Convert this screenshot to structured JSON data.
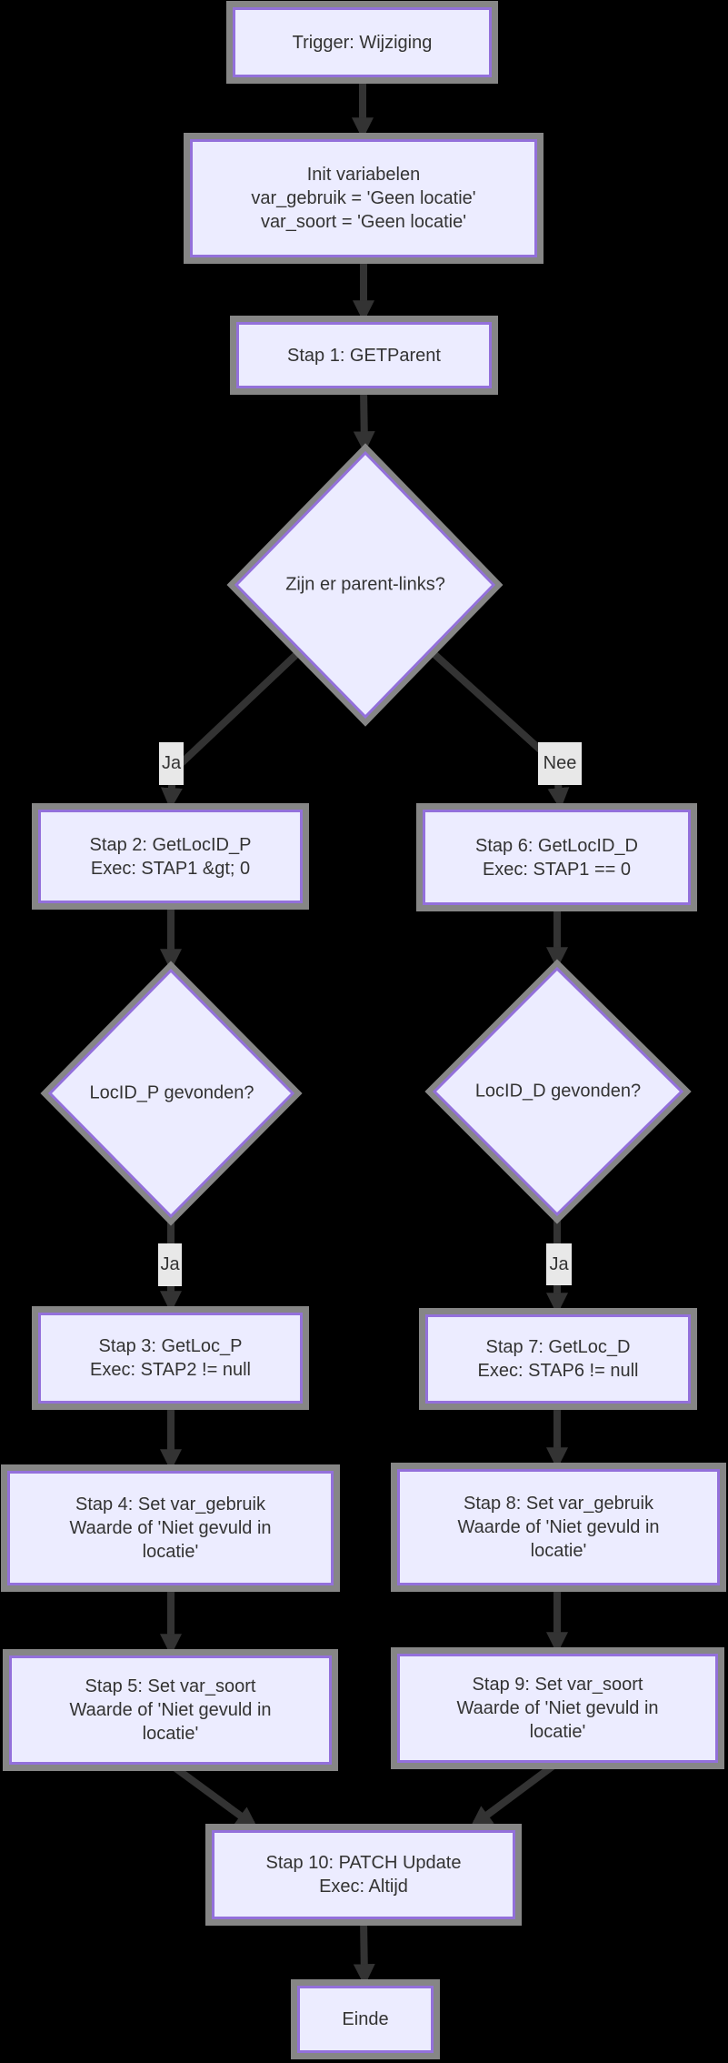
{
  "diagram": {
    "type": "flowchart",
    "direction": "top-down",
    "colors": {
      "background": "#000000",
      "node_fill": "#ECECFF",
      "node_border": "#9370DB",
      "edge_color": "#333333",
      "text_color": "#333333",
      "edge_label_bg": "#e8e8e8",
      "node_shadow": "#868686"
    },
    "nodes": {
      "trigger": {
        "shape": "rect",
        "label": "Trigger: Wijziging"
      },
      "init": {
        "shape": "rect",
        "label": "Init variabelen\nvar_gebruik = 'Geen locatie'\nvar_soort = 'Geen locatie'"
      },
      "stap1": {
        "shape": "rect",
        "label": "Stap 1: GETParent"
      },
      "decision_parent": {
        "shape": "diamond",
        "label": "Zijn er parent-links?"
      },
      "stap2": {
        "shape": "rect",
        "label": "Stap 2: GetLocID_P\nExec: STAP1 &gt; 0"
      },
      "stap6": {
        "shape": "rect",
        "label": "Stap 6: GetLocID_D\nExec: STAP1 == 0"
      },
      "decision_p": {
        "shape": "diamond",
        "label": "LocID_P gevonden?"
      },
      "decision_d": {
        "shape": "diamond",
        "label": "LocID_D gevonden?"
      },
      "stap3": {
        "shape": "rect",
        "label": "Stap 3: GetLoc_P\nExec: STAP2 != null"
      },
      "stap7": {
        "shape": "rect",
        "label": "Stap 7: GetLoc_D\nExec: STAP6 != null"
      },
      "stap4": {
        "shape": "rect",
        "label": "Stap 4: Set var_gebruik\nWaarde of 'Niet gevuld in\nlocatie'"
      },
      "stap8": {
        "shape": "rect",
        "label": "Stap 8: Set var_gebruik\nWaarde of 'Niet gevuld in\nlocatie'"
      },
      "stap5": {
        "shape": "rect",
        "label": "Stap 5: Set var_soort\nWaarde of 'Niet gevuld in\nlocatie'"
      },
      "stap9": {
        "shape": "rect",
        "label": "Stap 9: Set var_soort\nWaarde of 'Niet gevuld in\nlocatie'"
      },
      "stap10": {
        "shape": "rect",
        "label": "Stap 10: PATCH Update\nExec: Altijd"
      },
      "einde": {
        "shape": "rect",
        "label": "Einde"
      }
    },
    "edge_labels": {
      "ja1": "Ja",
      "nee1": "Nee",
      "ja2": "Ja",
      "ja3": "Ja"
    }
  }
}
